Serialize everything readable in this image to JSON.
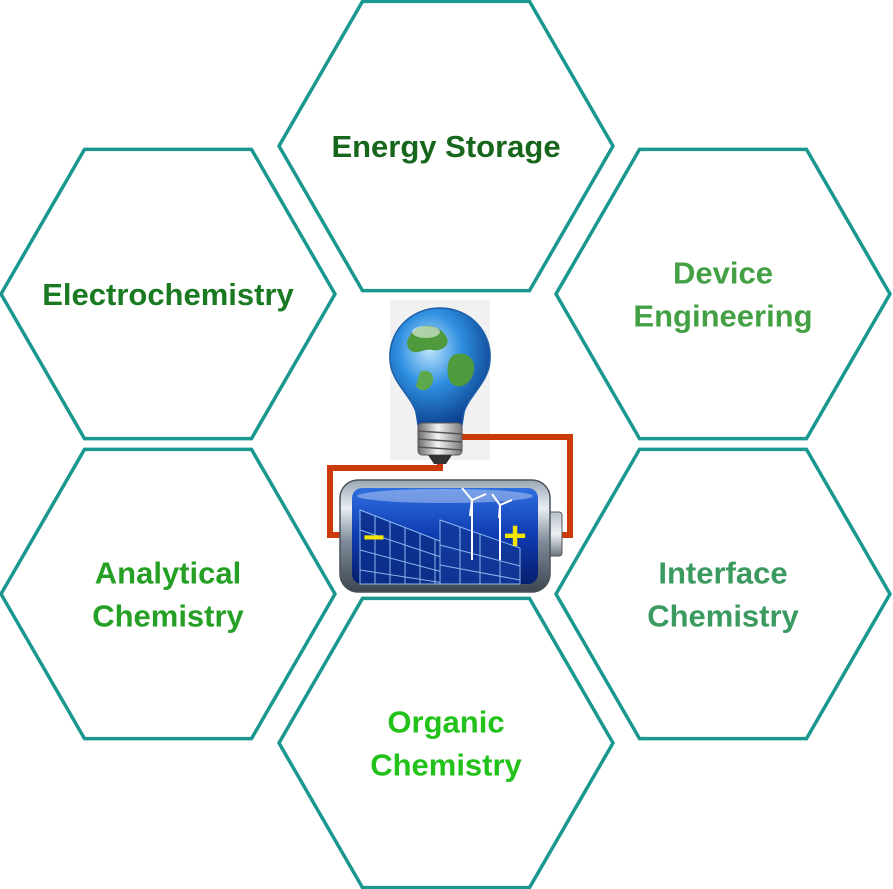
{
  "colors": {
    "hex_stroke": "#1a9890",
    "wire": "#cc3a0a"
  },
  "hexagons": [
    {
      "id": "energy-storage",
      "lines": [
        "Energy Storage"
      ],
      "color": "#16661c"
    },
    {
      "id": "electrochemistry",
      "lines": [
        "Electrochemistry"
      ],
      "color": "#1a7a22"
    },
    {
      "id": "device-engineering",
      "lines": [
        "Device",
        "Engineering"
      ],
      "color": "#44a044"
    },
    {
      "id": "analytical-chemistry",
      "lines": [
        "Analytical",
        "Chemistry"
      ],
      "color": "#25a025"
    },
    {
      "id": "interface-chemistry",
      "lines": [
        "Interface",
        "Chemistry"
      ],
      "color": "#3a9a60"
    },
    {
      "id": "organic-chemistry",
      "lines": [
        "Organic",
        "Chemistry"
      ],
      "color": "#22c21a"
    }
  ],
  "center_image": {
    "icons": [
      "earth-lightbulb-icon",
      "solar-battery-icon",
      "wind-turbine-icon"
    ],
    "battery_negative": "−",
    "battery_positive": "+"
  }
}
